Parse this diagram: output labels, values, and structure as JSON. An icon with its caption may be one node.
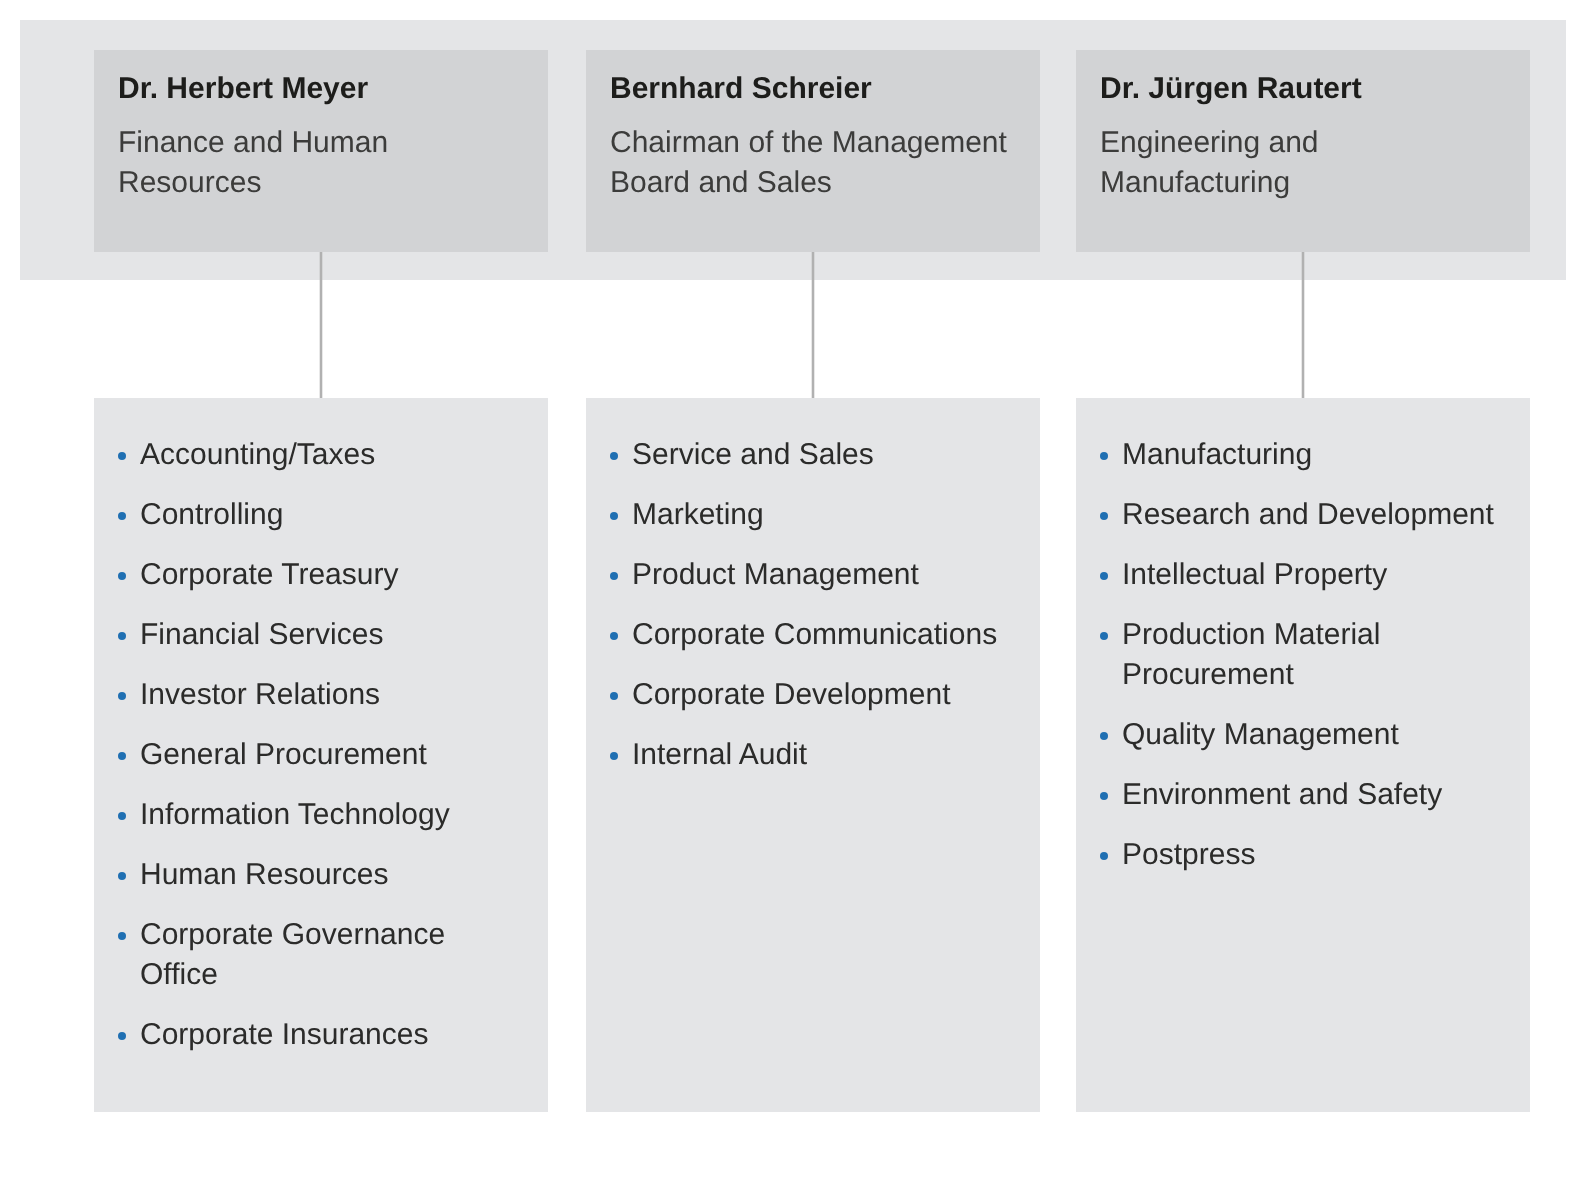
{
  "diagram": {
    "nodes": [
      {
        "text": [],
        "shape": "box"
      },
      {
        "text": [
          "Dr. Herbert Meyer",
          "Finance and Human Resources"
        ],
        "in": 0
      },
      {
        "text": [
          "Bernhard Schreier",
          "Chairman of the Management Board and Sales"
        ],
        "in": 0
      },
      {
        "text": [
          "Dr. Jürgen Rautert",
          "Engineering and Manufacturing"
        ],
        "in": 0
      },
      {
        "text": [
          "Accounting/Taxes",
          "Controlling",
          "Corporate Treasury",
          "Financial Services",
          "Investor Relations",
          "General Procurement",
          "Information Technology",
          "Human Resources",
          "Corporate Governance Office",
          "Corporate Insurances"
        ]
      },
      {
        "text": [
          "Service and Sales",
          "Marketing",
          "Product Management",
          "Corporate Communications",
          "Corporate Development",
          "Internal Audit"
        ]
      },
      {
        "text": [
          "Manufacturing",
          "Research and Development",
          "Intellectual Property",
          "Production Material Procurement",
          "Quality Management",
          "Environment and Safety",
          "Postpress"
        ]
      }
    ],
    "edges": [
      {
        "from": 1,
        "to": 4,
        "arrow": "none"
      },
      {
        "from": 2,
        "to": 5,
        "arrow": "none"
      },
      {
        "from": 3,
        "to": 6,
        "arrow": "none"
      }
    ]
  }
}
